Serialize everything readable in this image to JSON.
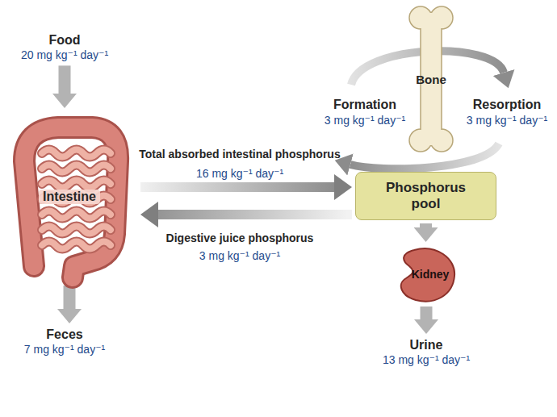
{
  "diagram": {
    "nodes": [
      {
        "text": [
          "Food",
          "20 mg kg⁻¹ day⁻¹"
        ]
      },
      {
        "text": [
          "Intestine"
        ]
      },
      {
        "text": [
          "Feces",
          "7 mg kg⁻¹ day⁻¹"
        ]
      },
      {
        "text": [
          "Bone"
        ]
      },
      {
        "text": [
          "Phosphorus pool"
        ]
      },
      {
        "text": [
          "Kidney"
        ]
      },
      {
        "text": [
          "Urine",
          "13 mg kg⁻¹ day⁻¹"
        ]
      }
    ],
    "edges": [
      {
        "from": 0,
        "to": 1,
        "arrow": "to"
      },
      {
        "from": 1,
        "to": 2,
        "arrow": "to"
      },
      {
        "from": 1,
        "to": 4,
        "arrow": "to",
        "label": "Total absorbed intestinal phosphorus"
      },
      {
        "from": 4,
        "to": 1,
        "arrow": "to",
        "label": "Digestive juice phosphorus"
      },
      {
        "from": 4,
        "to": 5,
        "arrow": "to"
      },
      {
        "from": 5,
        "to": 6,
        "arrow": "to"
      }
    ],
    "labels": [
      "16 mg kg⁻¹ day⁻¹",
      "3 mg kg⁻¹ day⁻¹",
      "Formation",
      "3 mg kg⁻¹ day⁻¹",
      "Resorption",
      "3 mg kg⁻¹ day⁻¹"
    ]
  }
}
